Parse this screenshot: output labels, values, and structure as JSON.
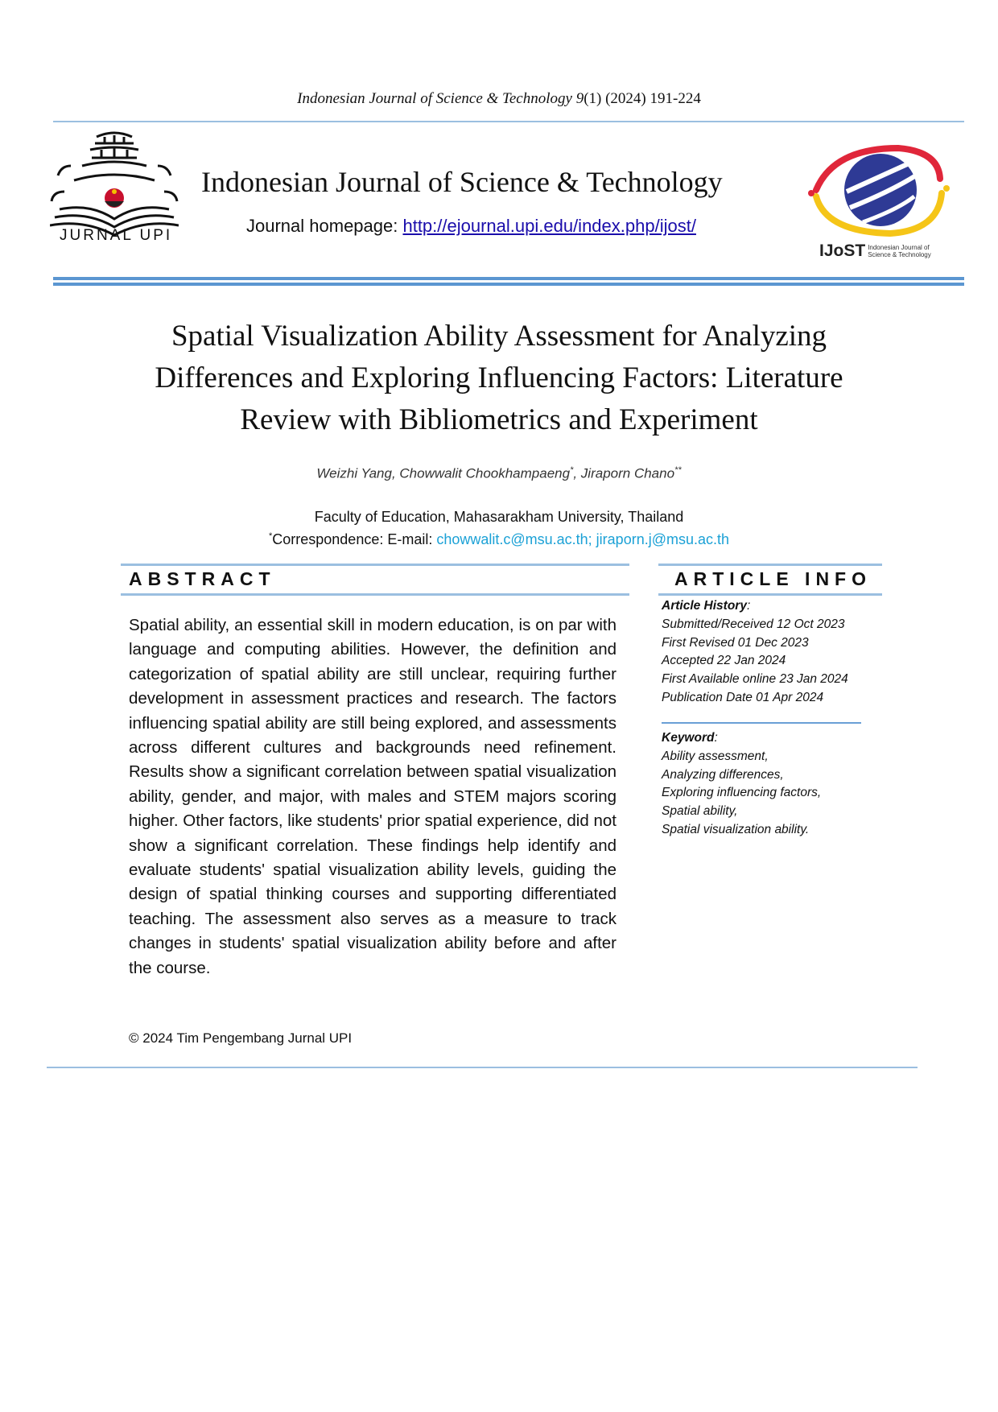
{
  "running_head": {
    "journal_italic": "Indonesian Journal of Science & Technology",
    "volume": "9",
    "issue_pages": "(1) (2024) 191-224"
  },
  "header": {
    "left_logo_text": "JURNAL UPI",
    "journal_title": "Indonesian Journal of Science & Technology",
    "homepage_label": "Journal homepage: ",
    "homepage_url": "http://ejournal.upi.edu/index.php/ijost/",
    "right_logo": {
      "abbr": "IJoST",
      "line1": "Indonesian Journal of",
      "line2": "Science & Technology"
    }
  },
  "paper": {
    "title_lines": [
      "Spatial Visualization Ability Assessment for Analyzing",
      "Differences and Exploring Influencing Factors: Literature",
      "Review with Bibliometrics and Experiment"
    ],
    "authors": {
      "a1": "Weizhi Yang, Chowwalit Chookhampaeng",
      "a1_mark": "*",
      "a2": ", Jiraporn Chano",
      "a2_mark": "**"
    },
    "affiliation": "Faculty of Education, Mahasarakham University, Thailand",
    "correspondence_mark": "*",
    "correspondence_label": "Correspondence: E-mail: ",
    "correspondence_emails": "chowwalit.c@msu.ac.th; jiraporn.j@msu.ac.th"
  },
  "abstract": {
    "heading": "ABSTRACT",
    "text": "Spatial ability, an essential skill in modern education, is on par with language and computing abilities. However, the definition and categorization of spatial ability are still unclear, requiring further development in assessment practices and research. The factors influencing spatial ability are still being explored, and assessments across different cultures and backgrounds need refinement. Results show a significant correlation between spatial visualization ability, gender, and major, with males and STEM majors scoring higher. Other factors, like students' prior spatial experience, did not show a significant correlation. These findings help identify and evaluate students' spatial visualization ability levels, guiding the design of spatial thinking courses and supporting differentiated teaching. The assessment also serves as a measure to track changes in students' spatial visualization ability before and after the course."
  },
  "article_info": {
    "heading": "ARTICLE INFO",
    "history_label": "Article History",
    "history": [
      "Submitted/Received 12 Oct 2023",
      "First Revised 01 Dec 2023",
      "Accepted 22 Jan 2024",
      "First Available online 23 Jan 2024",
      "Publication Date 01 Apr 2024"
    ],
    "keyword_label": "Keyword",
    "keywords": [
      "Ability assessment,",
      "Analyzing differences,",
      "Exploring influencing factors,",
      "Spatial ability,",
      "Spatial visualization ability."
    ]
  },
  "footer": {
    "copyright": "© 2024 Tim Pengembang Jurnal UPI"
  },
  "colors": {
    "rule_light": "#9bbfe0",
    "rule_dark": "#5b96d1",
    "link": "#1a0dab",
    "email": "#1ba1d6"
  }
}
